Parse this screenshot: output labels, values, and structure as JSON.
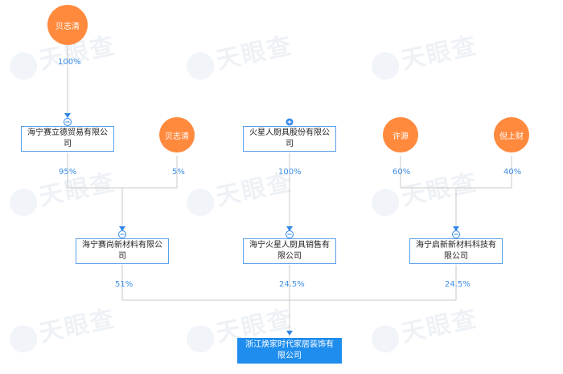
{
  "people": {
    "bei_top": "贝志清",
    "bei_mid": "贝志清",
    "xu_yuan": "许源",
    "ni_shangcai": "倪上财"
  },
  "companies": {
    "sailide": "海宁赛立德贸易有限公司",
    "huoxing_kitchen": "火星人厨具股份有限公司",
    "saishang": "海宁赛尚新材料有限公司",
    "huoxing_sales": "海宁火星人厨具销售有限公司",
    "qixin": "海宁启新新材料科技有限公司",
    "target": "浙江焕家时代家居装饰有限公司"
  },
  "percents": {
    "bei_to_sailide": "100%",
    "sailide_to_saishang": "95%",
    "bei_to_saishang": "5%",
    "kitchen_to_sales": "100%",
    "xu_to_qixin": "60%",
    "ni_to_qixin": "40%",
    "saishang_to_target": "51%",
    "sales_to_target": "24.5%",
    "qixin_to_target": "24.5%"
  },
  "watermark": "天眼查"
}
